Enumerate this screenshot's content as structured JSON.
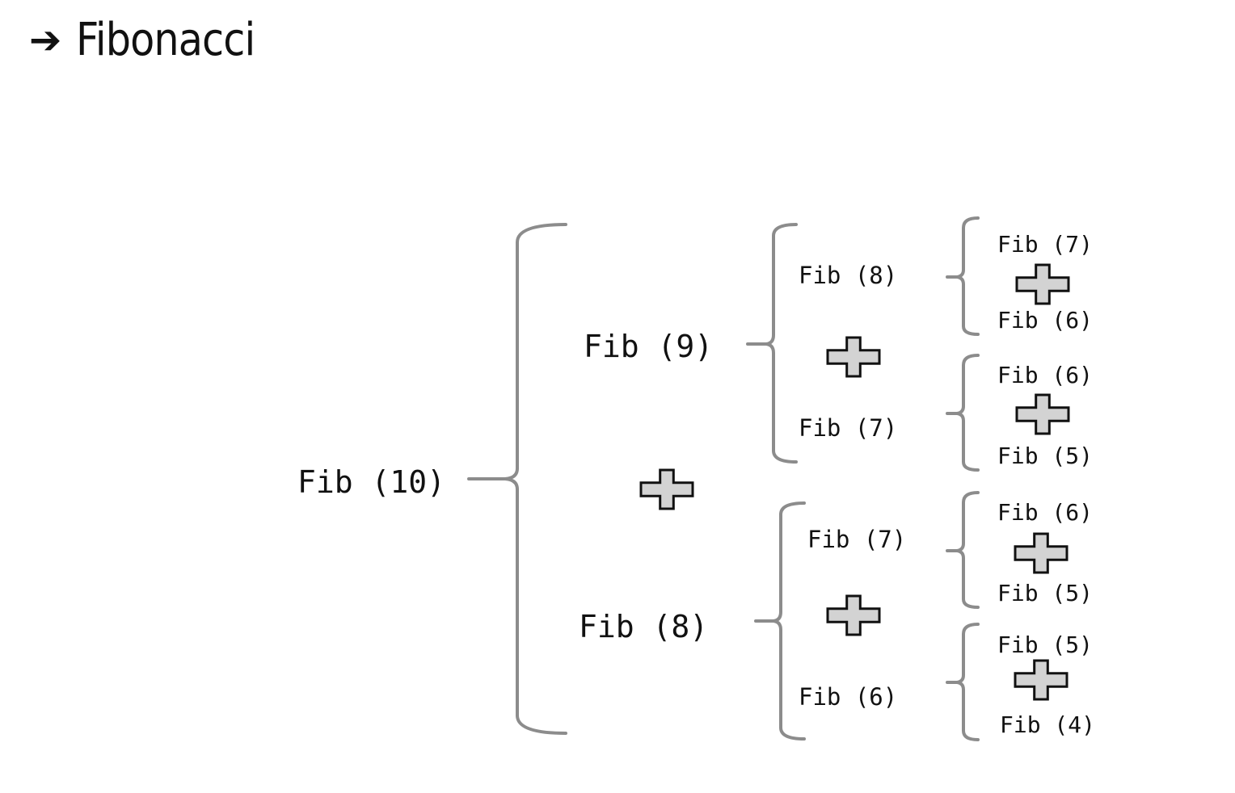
{
  "header": {
    "arrow_icon": "right-arrow-icon",
    "title": "Fibonacci"
  },
  "tree": {
    "root": "Fib (10)",
    "level1": [
      "Fib (9)",
      "Fib (8)"
    ],
    "level2": [
      "Fib (8)",
      "Fib (7)",
      "Fib (7)",
      "Fib (6)"
    ],
    "level3": [
      "Fib (7)",
      "Fib (6)",
      "Fib (6)",
      "Fib (5)",
      "Fib (6)",
      "Fib (5)",
      "Fib (5)",
      "Fib (4)"
    ]
  },
  "icons": {
    "plus": "plus-icon",
    "brace": "curly-brace-icon"
  },
  "colors": {
    "brace": "#8c8c8c",
    "plus_fill": "#d3d3d3",
    "plus_stroke": "#111111",
    "text": "#111111"
  }
}
